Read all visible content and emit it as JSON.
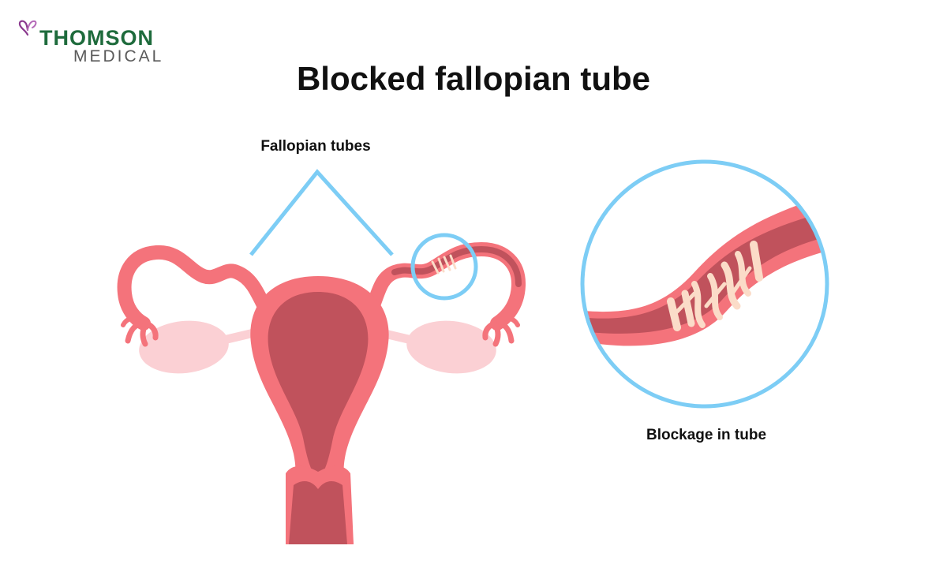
{
  "brand": {
    "name_line1": "THOMSON",
    "name_line2": "MEDICAL",
    "logo_icon": "butterfly-icon",
    "primary_color": "#1e6b3c",
    "secondary_color": "#5a5a5a",
    "accent_color": "#8b3a8f"
  },
  "title": "Blocked fallopian tube",
  "labels": {
    "fallopian_tubes": "Fallopian tubes",
    "blockage": "Blockage in tube"
  },
  "colors": {
    "outline": "#f4737b",
    "inner": "#c0525c",
    "ovary": "#fbd0d4",
    "blockage": "#fbdcc8",
    "callout": "#7dcdf5"
  }
}
